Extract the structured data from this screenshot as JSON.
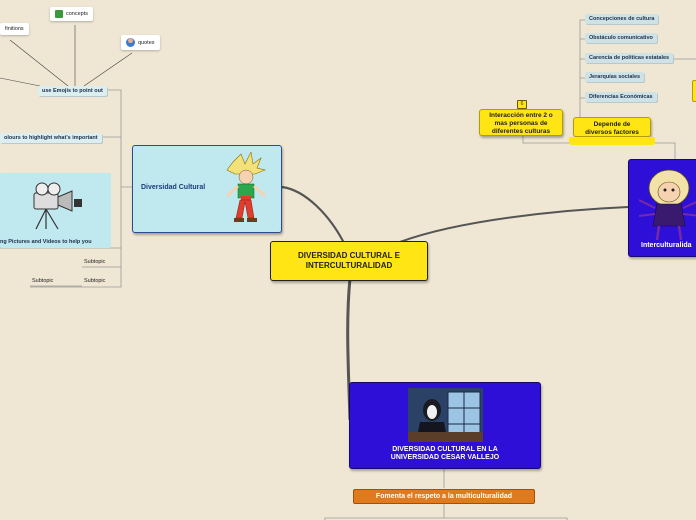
{
  "central": {
    "line1": "DIVERSIDAD CULTURAL E",
    "line2": "INTERCULTURALIDAD"
  },
  "left_main": {
    "label": "Diversidad Cultural"
  },
  "left_sub": {
    "emojis": "use Emojis to point out",
    "colours": "olours to highlight what's important",
    "pictures": "ng Pictures and Videos to help you",
    "subtopic1": "Subtopic",
    "subtopic2": "Subtopic",
    "subtopic3": "Subtopic",
    "definitions": "finitions",
    "concepts": "concepts",
    "quotes": "quotes"
  },
  "bottom_main": {
    "line1": "DIVERSIDAD CULTURAL EN LA",
    "line2": "UNIVERSIDAD CESAR VALLEJO"
  },
  "bottom_sub": {
    "label": "Fomenta el respeto a la multiculturalidad"
  },
  "right_main": {
    "label": "Interculturalida"
  },
  "right_sub": {
    "interaccion_l1": "Interacción entre 2 o",
    "interaccion_l2": "mas personas de",
    "interaccion_l3": "diferentes culturas",
    "badge": "6",
    "depende_l1": "Depende de",
    "depende_l2": "diversos factores",
    "factors": [
      "Concepciones de cultura",
      "Obstáculo comunicativo",
      "Carencia de políticas estatales",
      "Jerarquías sociales",
      "Diferencias Económicas"
    ]
  }
}
